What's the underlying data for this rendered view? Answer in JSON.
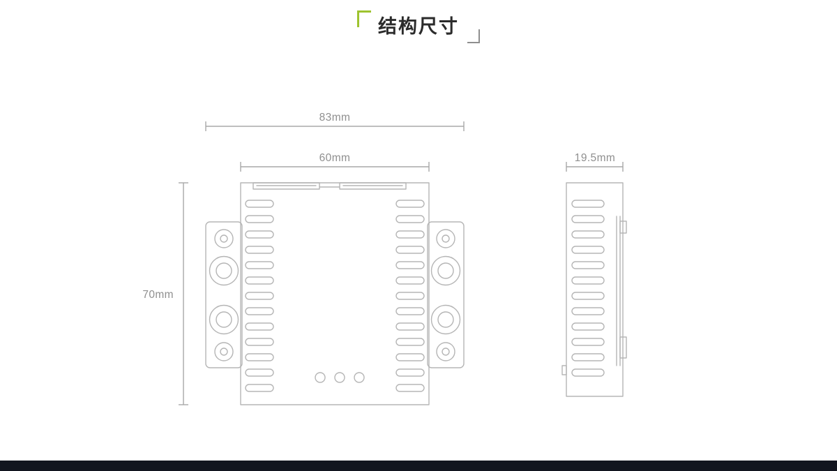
{
  "title": "结构尺寸",
  "dimensions": {
    "front_outer_width": "83mm",
    "front_inner_width": "60mm",
    "front_height": "70mm",
    "side_width": "19.5mm"
  },
  "colors": {
    "accent_green": "#9ec32f",
    "bracket_gray": "#8f8f8f",
    "title_text": "#2b2b2b",
    "drawing_line": "#b5b5b5",
    "dimension_line": "#a8a8a8",
    "dimension_text": "#8f8f8f",
    "footer_bar": "#12151f",
    "background": "#ffffff"
  }
}
